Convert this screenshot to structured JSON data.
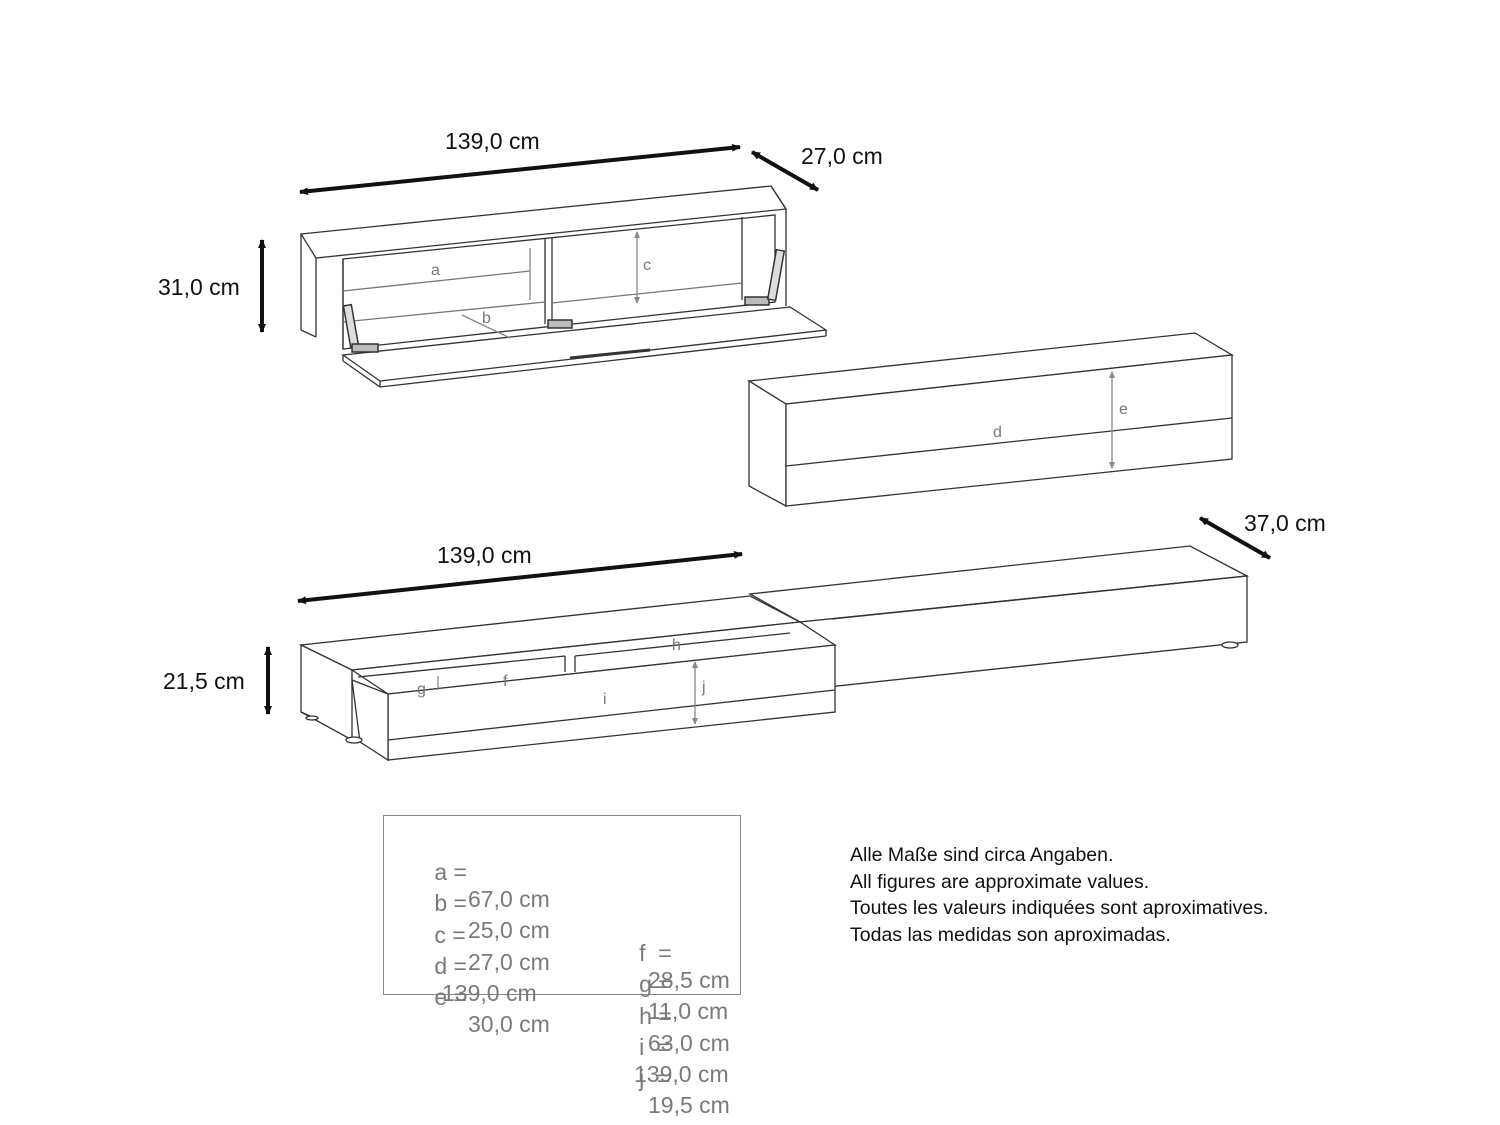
{
  "dimensions": {
    "top_width": "139,0 cm",
    "top_depth": "27,0 cm",
    "top_height": "31,0 cm",
    "bottom_width": "139,0 cm",
    "bottom_depth": "37,0 cm",
    "bottom_height": "21,5 cm"
  },
  "part_letters": {
    "a": "a",
    "b": "b",
    "c": "c",
    "d": "d",
    "e": "e",
    "f": "f",
    "g": "g",
    "h": "h",
    "i": "i",
    "j": "j"
  },
  "legend": {
    "left": [
      {
        "key": "a =",
        "value": "67,0 cm"
      },
      {
        "key": "b =",
        "value": "25,0 cm"
      },
      {
        "key": "c =",
        "value": "27,0 cm"
      },
      {
        "key": "d =",
        "value": "139,0 cm"
      },
      {
        "key": "e =",
        "value": "30,0 cm"
      }
    ],
    "right": [
      {
        "key": "f  =",
        "value": "28,5 cm"
      },
      {
        "key": "g =",
        "value": "11,0 cm"
      },
      {
        "key": "h =",
        "value": "63,0 cm"
      },
      {
        "key": "i  =",
        "value": "139,0 cm"
      },
      {
        "key": "j  =",
        "value": "19,5 cm"
      }
    ]
  },
  "notes": [
    "Alle Maße sind circa Angaben.",
    "All figures are approximate values.",
    "Toutes les valeurs indiquées sont aproximatives.",
    "Todas las medidas son aproximadas."
  ],
  "colors": {
    "line": "#333333",
    "inner_dim": "#888888",
    "legend_text": "#7a7a7a"
  }
}
